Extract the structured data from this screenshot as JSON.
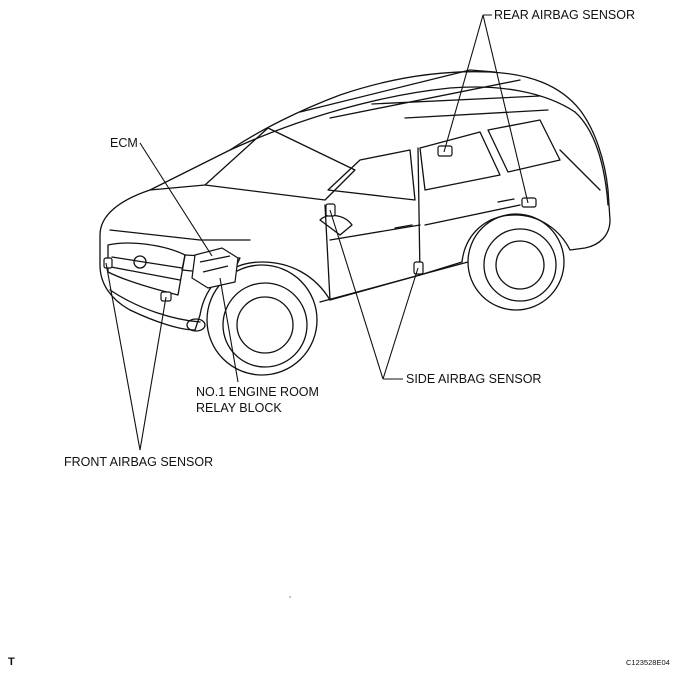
{
  "labels": {
    "rear_airbag_sensor": "REAR AIRBAG SENSOR",
    "ecm": "ECM",
    "side_airbag_sensor": "SIDE AIRBAG SENSOR",
    "relay_block_line1": "NO.1 ENGINE ROOM",
    "relay_block_line2": "RELAY BLOCK",
    "front_airbag_sensor": "FRONT AIRBAG SENSOR"
  },
  "footer": {
    "left_mark": "T",
    "figure_code": "C123528E04"
  },
  "colors": {
    "ink": "#111111",
    "background": "#ffffff"
  }
}
